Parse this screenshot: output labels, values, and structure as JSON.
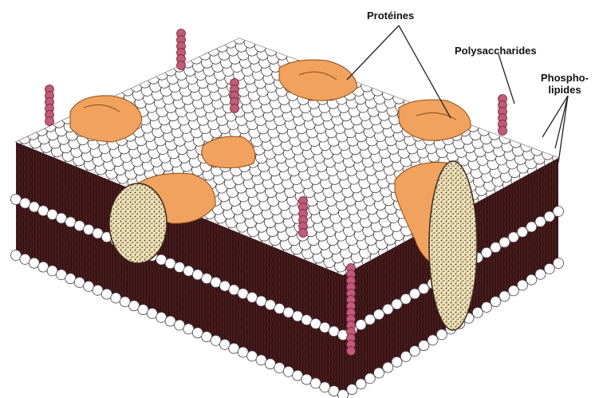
{
  "labels": {
    "proteins": "Protéines",
    "polysaccharides": "Polysaccharides",
    "phospholipids_line1": "Phospho-",
    "phospholipids_line2": "lipides"
  },
  "colors": {
    "head": "#ffffff",
    "head_outline": "#4a3b40",
    "tail": "#4a1d1f",
    "tail_stroke": "#2a0c0e",
    "midline": "#f5e6c4",
    "protein": "#f0a25e",
    "protein_dark": "#d9772a",
    "protein_cut": "#efe2b8",
    "polysaccharide": "#c25a78",
    "pointer_line": "#222222"
  }
}
